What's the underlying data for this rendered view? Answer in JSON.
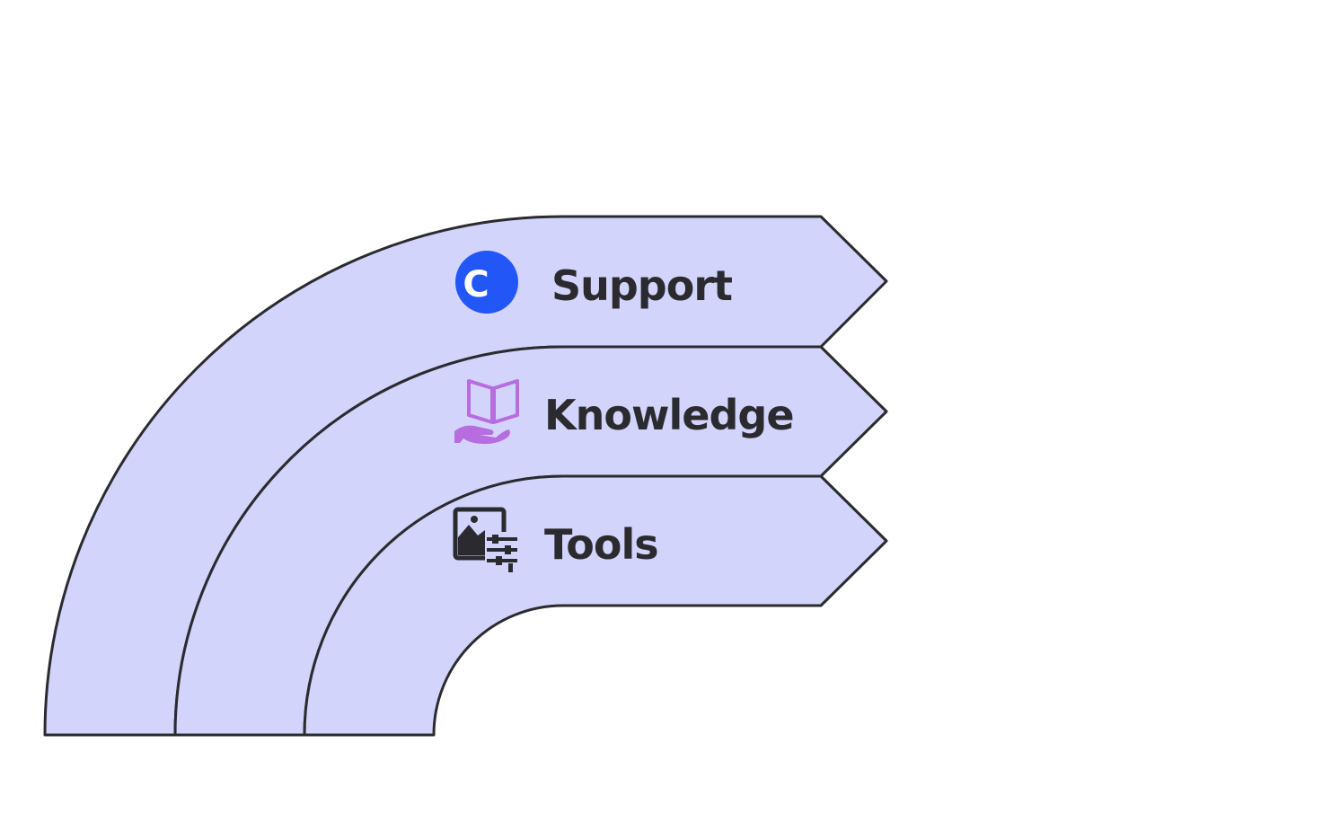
{
  "diagram": {
    "fill_color": "#d2d4fc",
    "stroke_color": "#2b2b2f",
    "bands": [
      {
        "label": "Support",
        "icon": "support-c-badge-icon",
        "icon_color": "#2356f6",
        "icon_glyph": "C"
      },
      {
        "label": "Knowledge",
        "icon": "book-in-hand-icon",
        "icon_color": "#b76ce0"
      },
      {
        "label": "Tools",
        "icon": "image-with-sliders-icon",
        "icon_color": "#2b2b2f"
      }
    ]
  }
}
